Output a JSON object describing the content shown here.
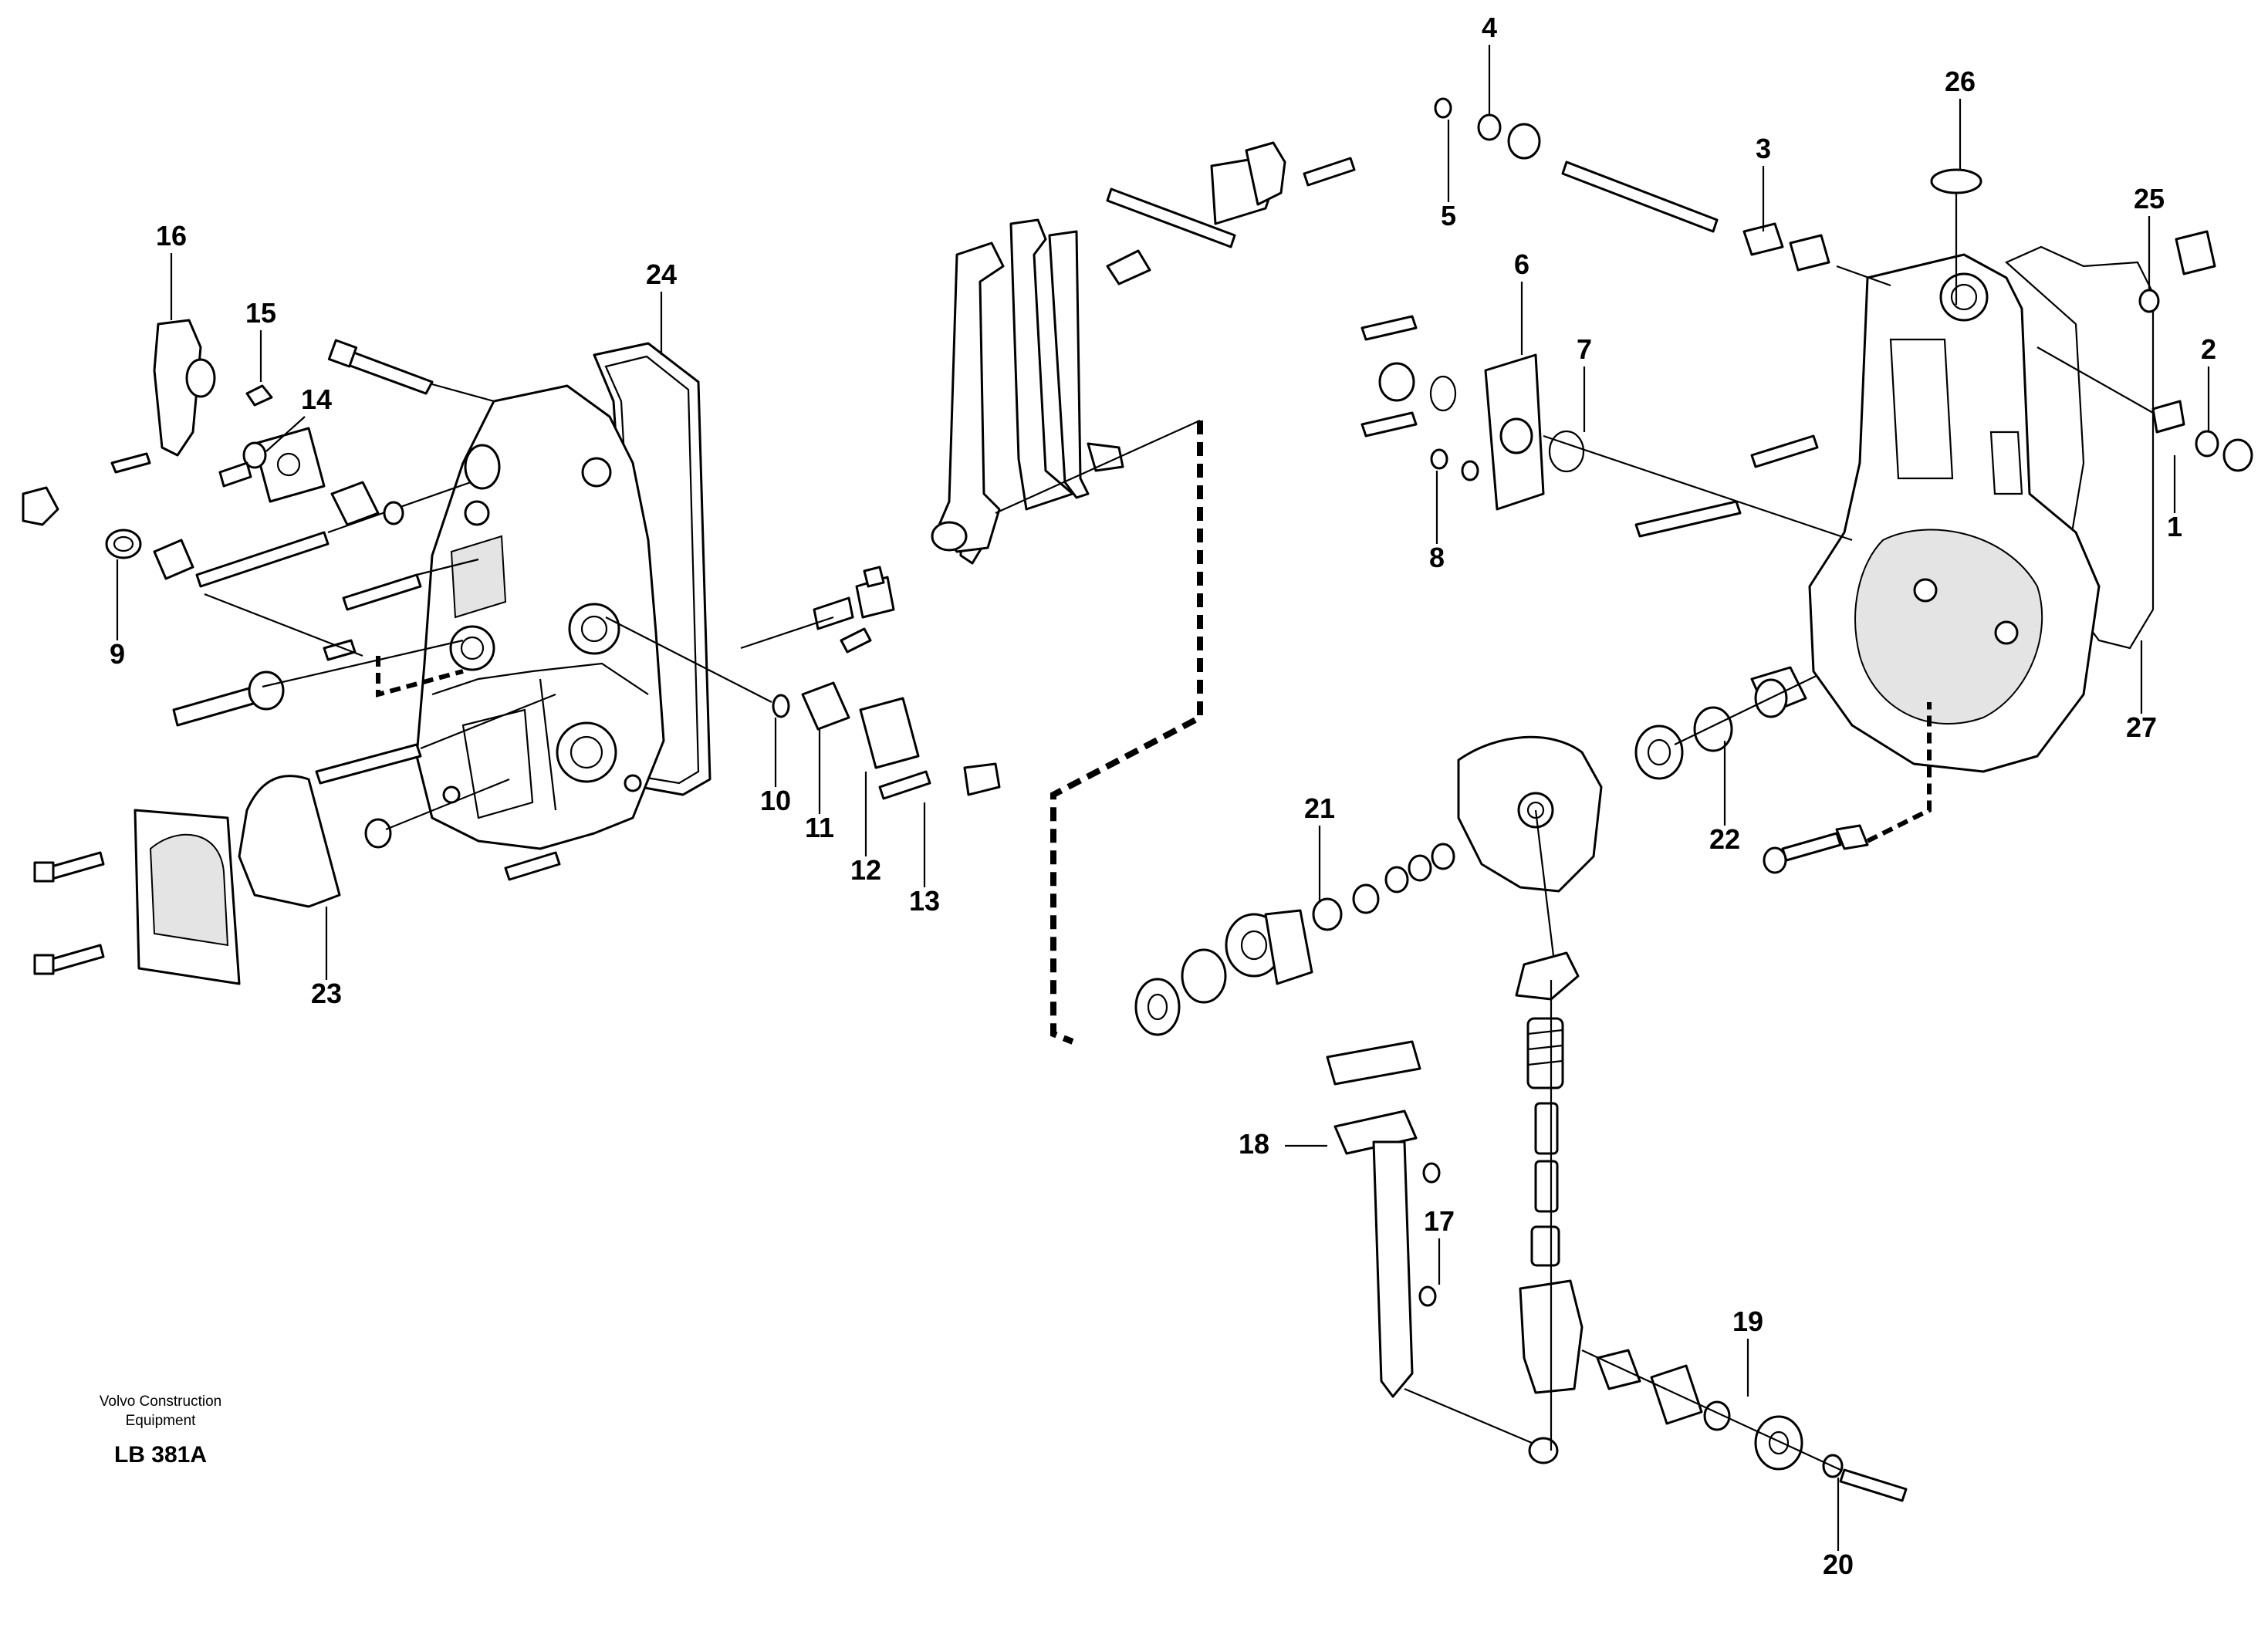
{
  "credit": {
    "line1": "Volvo Construction",
    "line2": "Equipment"
  },
  "figure_code": "LB 381A",
  "callouts": {
    "c1": "1",
    "c2": "2",
    "c3": "3",
    "c4": "4",
    "c5": "5",
    "c6": "6",
    "c7": "7",
    "c8": "8",
    "c9": "9",
    "c10": "10",
    "c11": "11",
    "c12": "12",
    "c13": "13",
    "c14": "14",
    "c15": "15",
    "c16": "16",
    "c17": "17",
    "c18": "18",
    "c19": "19",
    "c20": "20",
    "c21": "21",
    "c22": "22",
    "c23": "23",
    "c24": "24",
    "c25": "25",
    "c26": "26",
    "c27": "27"
  }
}
